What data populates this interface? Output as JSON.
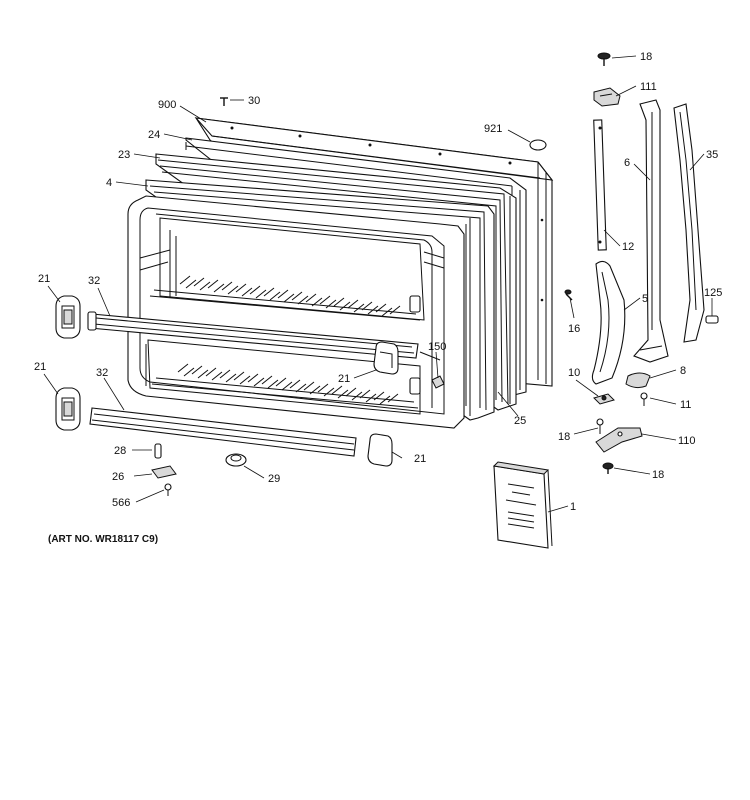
{
  "callouts": {
    "c900": "900",
    "c30": "30",
    "c24": "24",
    "c921": "921",
    "c23": "23",
    "c4": "4",
    "c18_top": "18",
    "c111": "111",
    "c6": "6",
    "c35": "35",
    "c12": "12",
    "c21_left_top": "21",
    "c32_top": "32",
    "c16": "16",
    "c5": "5",
    "c125": "125",
    "c150": "150",
    "c21_mid": "21",
    "c21_left_bottom": "21",
    "c32_bottom": "32",
    "c10": "10",
    "c8": "8",
    "c11": "11",
    "c25": "25",
    "c18_mid": "18",
    "c110": "110",
    "c28": "28",
    "c21_right": "21",
    "c26": "26",
    "c29": "29",
    "c18_bottom": "18",
    "c566": "566",
    "c1": "1"
  },
  "caption": "(ART NO. WR18117 C9)"
}
